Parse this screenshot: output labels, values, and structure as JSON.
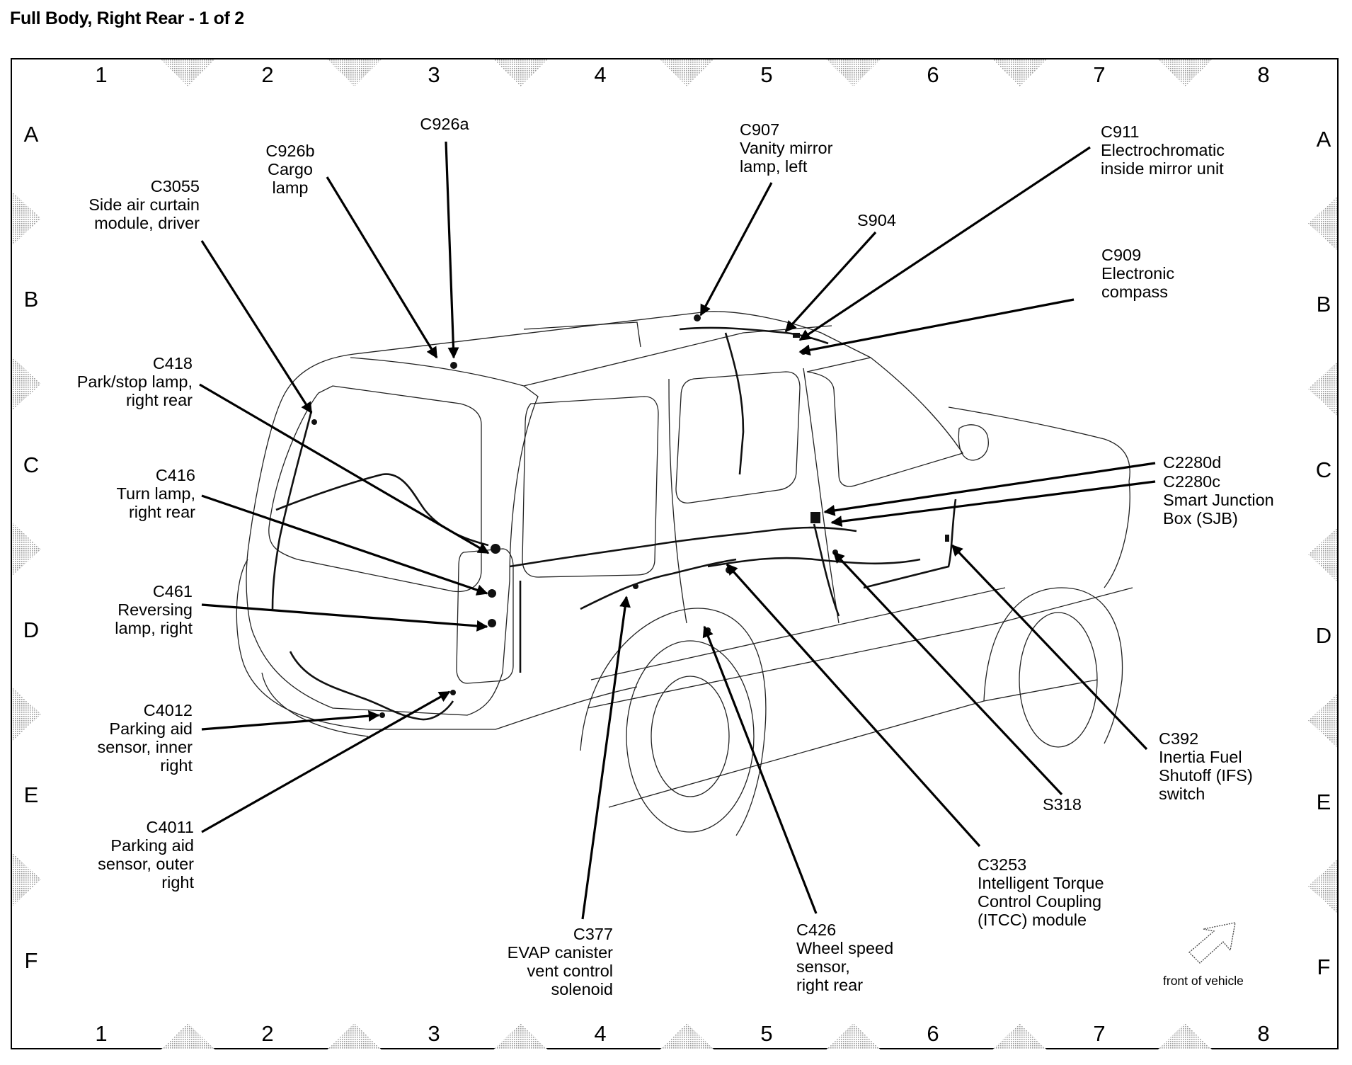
{
  "page": {
    "title": "Full Body, Right Rear - 1 of 2"
  },
  "grid": {
    "columns": [
      "1",
      "2",
      "3",
      "4",
      "5",
      "6",
      "7",
      "8"
    ],
    "rows": [
      "A",
      "B",
      "C",
      "D",
      "E",
      "F"
    ]
  },
  "callouts": [
    {
      "id": "C926a",
      "lines": [
        "C926a"
      ]
    },
    {
      "id": "C926b",
      "lines": [
        "C926b",
        "Cargo",
        "lamp"
      ]
    },
    {
      "id": "C3055",
      "lines": [
        "C3055",
        "Side air curtain",
        "module, driver"
      ]
    },
    {
      "id": "C907",
      "lines": [
        "C907",
        "Vanity mirror",
        "lamp, left"
      ]
    },
    {
      "id": "C911",
      "lines": [
        "C911",
        "Electrochromatic",
        "inside mirror unit"
      ]
    },
    {
      "id": "S904",
      "lines": [
        "S904"
      ]
    },
    {
      "id": "C909",
      "lines": [
        "C909",
        "Electronic",
        "compass"
      ]
    },
    {
      "id": "C418",
      "lines": [
        "C418",
        "Park/stop lamp,",
        "right rear"
      ]
    },
    {
      "id": "C416",
      "lines": [
        "C416",
        "Turn lamp,",
        "right rear"
      ]
    },
    {
      "id": "C461",
      "lines": [
        "C461",
        "Reversing",
        "lamp, right"
      ]
    },
    {
      "id": "C2280d",
      "lines": [
        "C2280d"
      ]
    },
    {
      "id": "C2280c",
      "lines": [
        "C2280c",
        "Smart Junction",
        "Box (SJB)"
      ]
    },
    {
      "id": "C4012",
      "lines": [
        "C4012",
        "Parking aid",
        "sensor, inner",
        "right"
      ]
    },
    {
      "id": "C4011",
      "lines": [
        "C4011",
        "Parking aid",
        "sensor, outer",
        "right"
      ]
    },
    {
      "id": "C392",
      "lines": [
        "C392",
        "Inertia Fuel",
        "Shutoff (IFS)",
        "switch"
      ]
    },
    {
      "id": "S318",
      "lines": [
        "S318"
      ]
    },
    {
      "id": "C3253",
      "lines": [
        "C3253",
        "Intelligent Torque",
        "Control Coupling",
        "(ITCC) module"
      ]
    },
    {
      "id": "C377",
      "lines": [
        "C377",
        "EVAP canister",
        "vent control",
        "solenoid"
      ]
    },
    {
      "id": "C426",
      "lines": [
        "C426",
        "Wheel speed",
        "sensor,",
        "right rear"
      ]
    }
  ],
  "orientation": {
    "label": "front of vehicle",
    "icon": "arrow-up-right-icon"
  }
}
